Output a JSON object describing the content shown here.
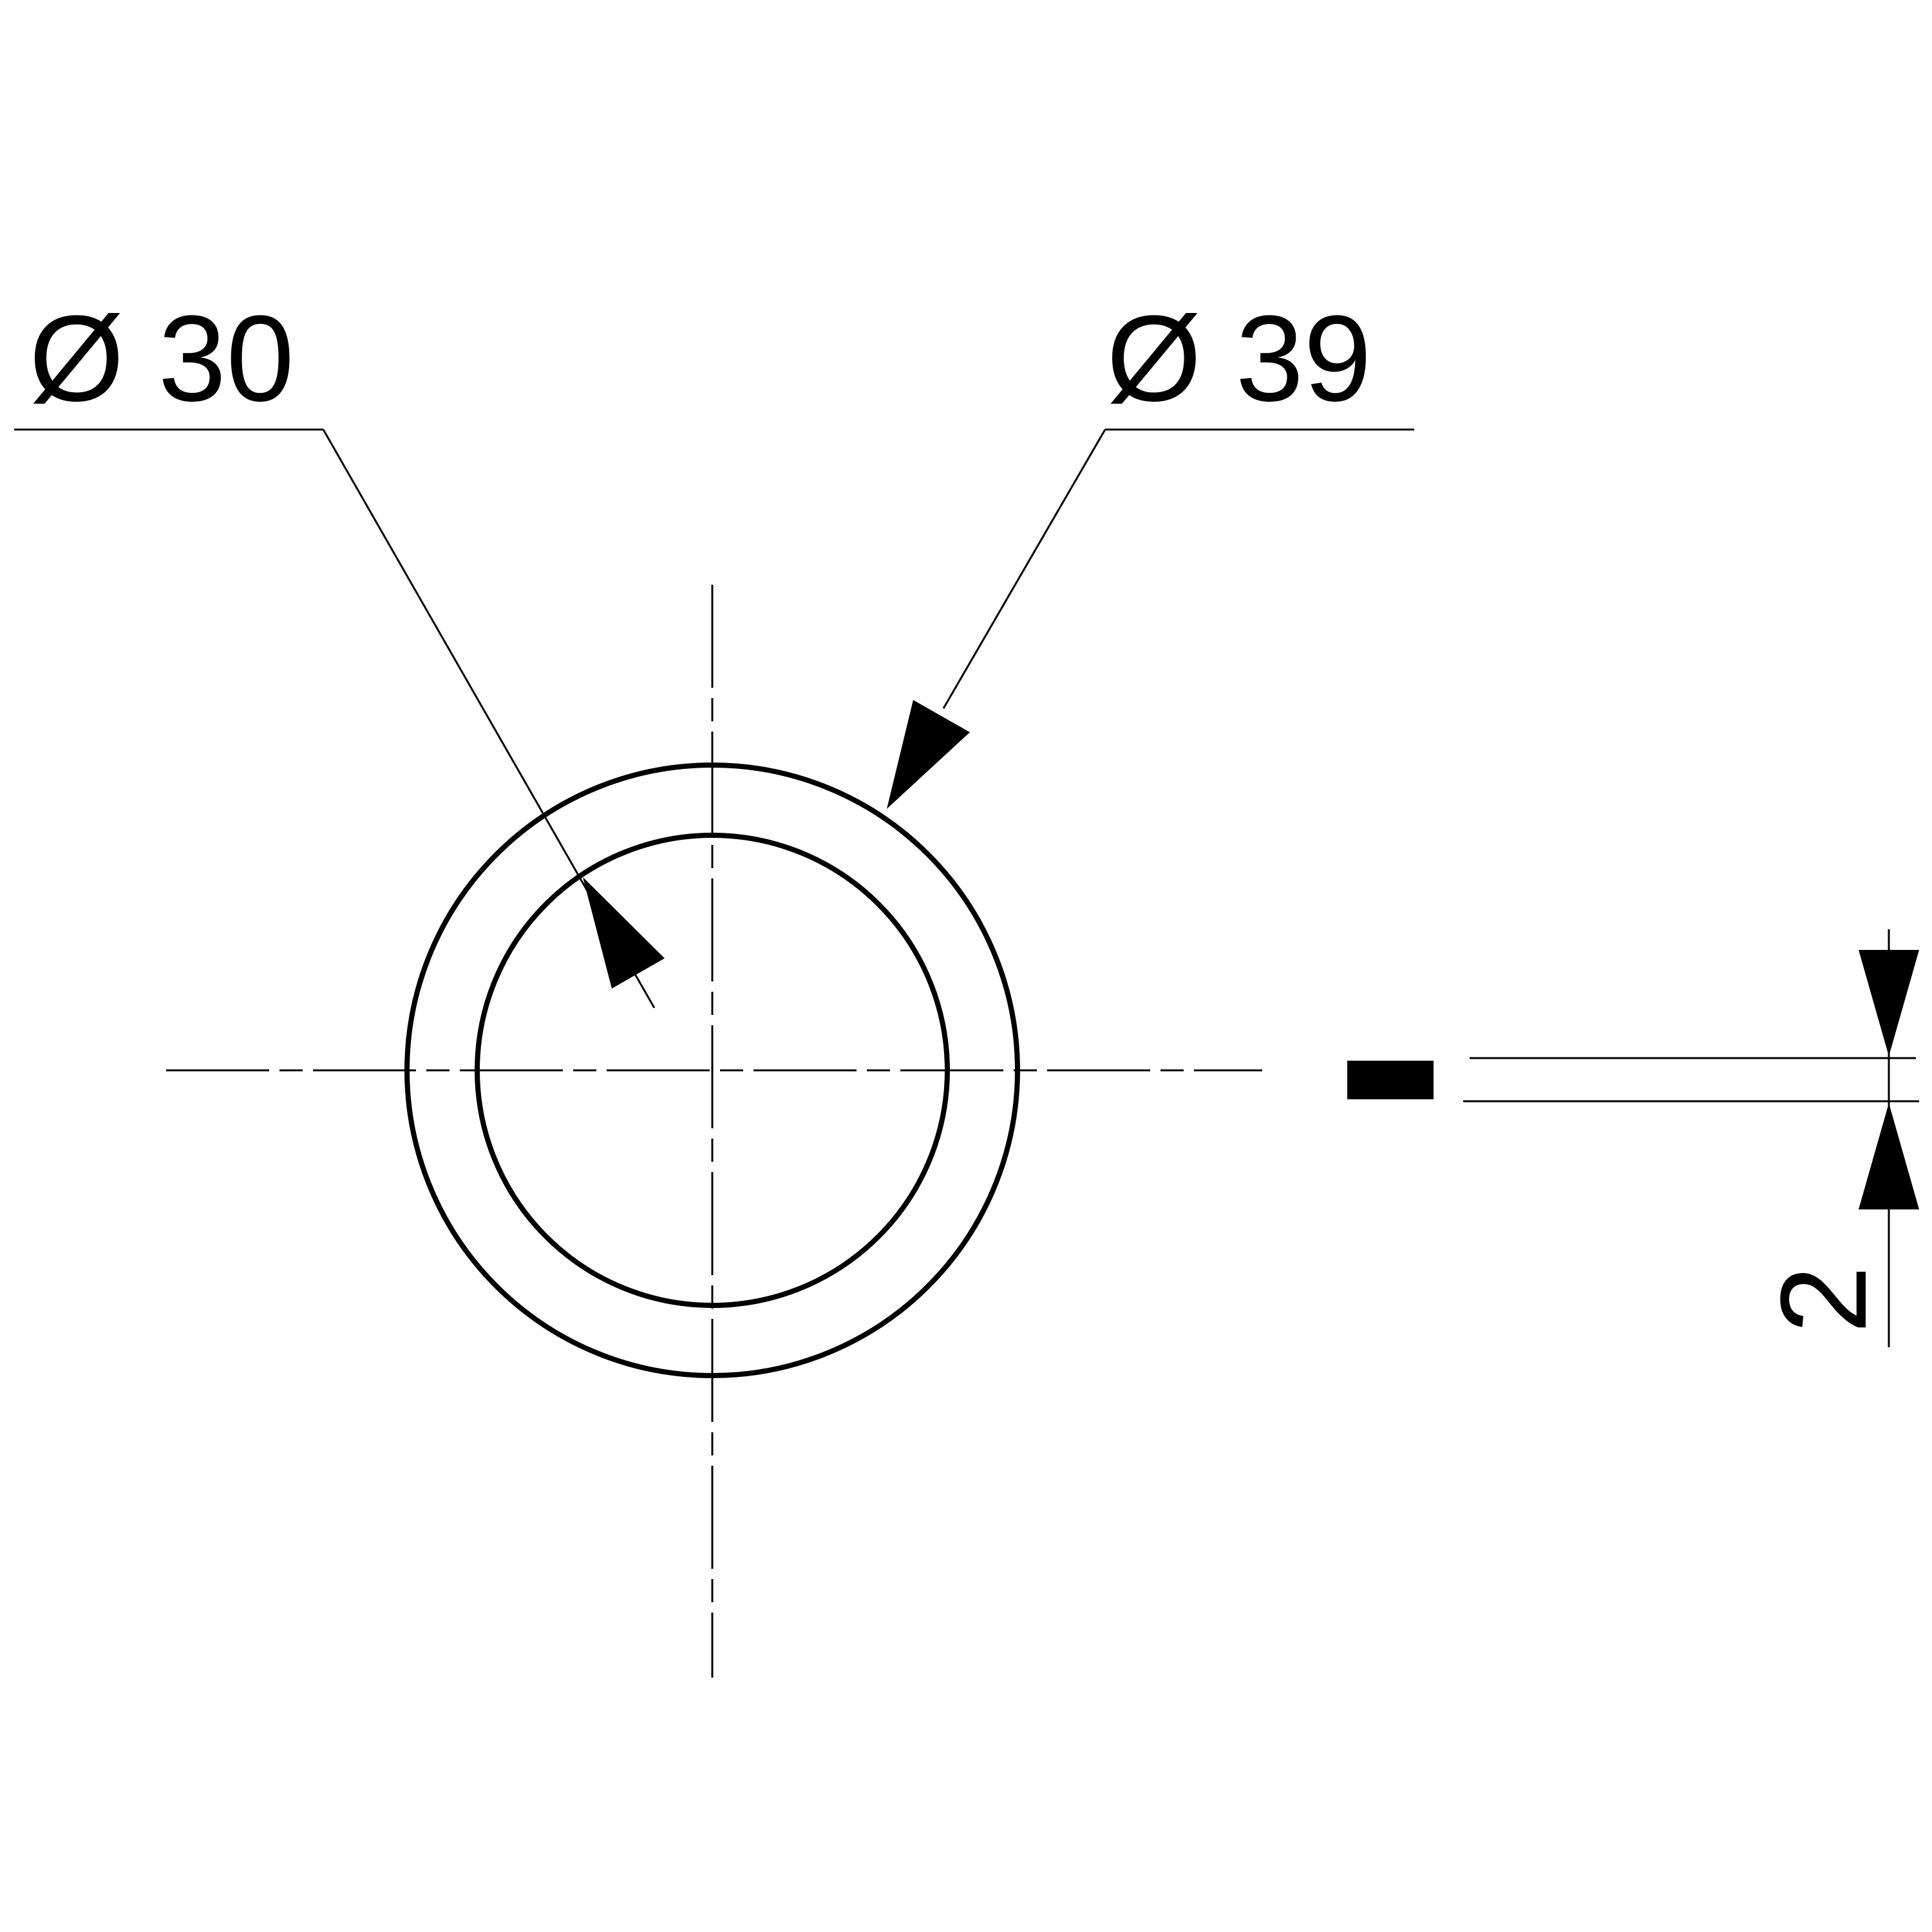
{
  "labels": {
    "inner_diameter": "Ø 30",
    "outer_diameter": "Ø 39",
    "thickness": "2"
  },
  "colors": {
    "line": "#000000",
    "background": "#ffffff"
  }
}
